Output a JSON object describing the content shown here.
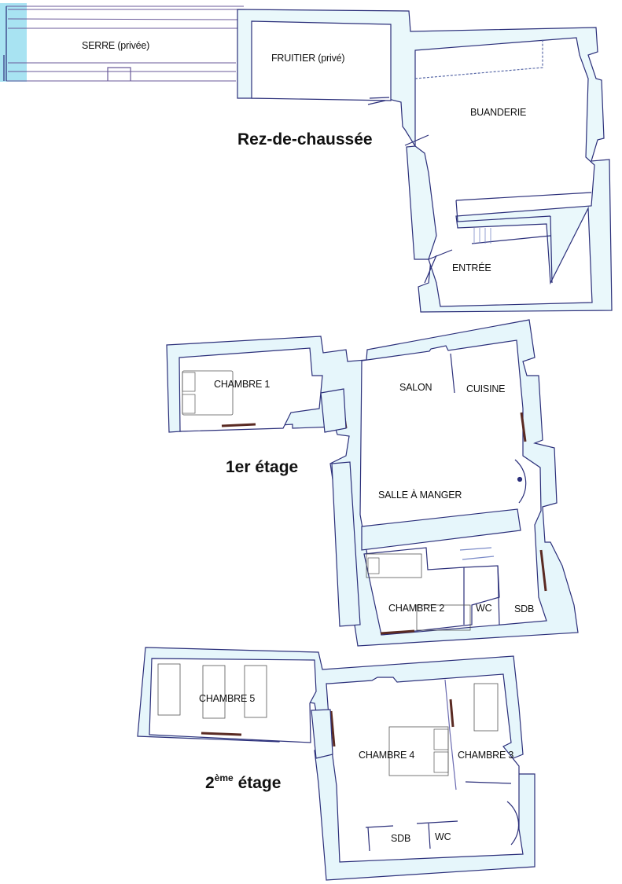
{
  "floors": [
    {
      "id": "ground",
      "title": "Rez-de-chaussée",
      "rooms": [
        {
          "label": "SERRE (privée)"
        },
        {
          "label": "FRUITIER (privé)"
        },
        {
          "label": "BUANDERIE"
        },
        {
          "label": "ENTRÉE"
        }
      ]
    },
    {
      "id": "first",
      "title": "1er étage",
      "rooms": [
        {
          "label": "CHAMBRE 1"
        },
        {
          "label": "SALON"
        },
        {
          "label": "CUISINE"
        },
        {
          "label": "SALLE À MANGER"
        },
        {
          "label": "CHAMBRE 2"
        },
        {
          "label": "WC"
        },
        {
          "label": "SDB"
        }
      ]
    },
    {
      "id": "second",
      "title_number": "2",
      "title_sup": "ème",
      "title_word": "étage",
      "rooms": [
        {
          "label": "CHAMBRE 5"
        },
        {
          "label": "CHAMBRE 4"
        },
        {
          "label": "CHAMBRE 3"
        },
        {
          "label": "SDB"
        },
        {
          "label": "WC"
        }
      ]
    }
  ],
  "colors": {
    "wall_line": "#2b2f7a",
    "wall_fill": "#cfeef7",
    "tint": "#a8e3f2",
    "window": "#5a2a22",
    "text": "#111111"
  }
}
